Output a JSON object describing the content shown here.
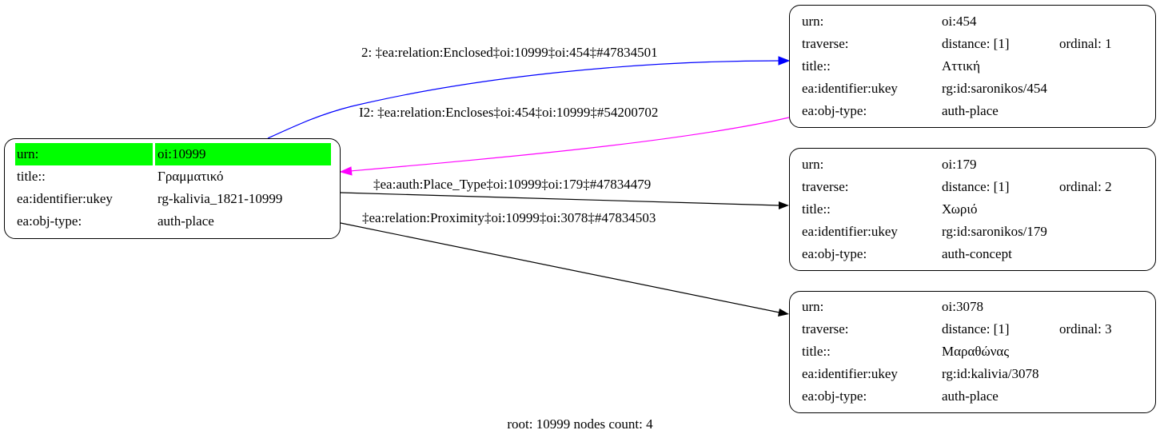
{
  "root_node": {
    "rows": [
      {
        "key": "urn:",
        "value": "oi:10999"
      },
      {
        "key": "title::",
        "value": "Γραμματικό"
      },
      {
        "key": "ea:identifier:ukey",
        "value": "rg-kalivia_1821-10999"
      },
      {
        "key": "ea:obj-type:",
        "value": "auth-place"
      }
    ],
    "highlight_color": "#00ff00"
  },
  "nodes": [
    {
      "urn": "oi:454",
      "distance": "distance: [1]",
      "ordinal": "ordinal: 1",
      "title": "Αττική",
      "ukey": "rg:id:saronikos/454",
      "obj_type": "auth-place"
    },
    {
      "urn": "oi:179",
      "distance": "distance: [1]",
      "ordinal": "ordinal: 2",
      "title": "Χωριό",
      "ukey": "rg:id:saronikos/179",
      "obj_type": "auth-concept"
    },
    {
      "urn": "oi:3078",
      "distance": "distance: [1]",
      "ordinal": "ordinal: 3",
      "title": "Μαραθώνας",
      "ukey": "rg:id:kalivia/3078",
      "obj_type": "auth-place"
    }
  ],
  "keys": {
    "urn": "urn:",
    "traverse": "traverse:",
    "title": "title::",
    "ukey": "ea:identifier:ukey",
    "obj_type": "ea:obj-type:"
  },
  "edges": [
    {
      "label": "2: ‡ea:relation:Enclosed‡oi:10999‡oi:454‡#47834501",
      "color": "#0000ff"
    },
    {
      "label": "I2: ‡ea:relation:Encloses‡oi:454‡oi:10999‡#54200702",
      "color": "#ff00ff"
    },
    {
      "label": "‡ea:auth:Place_Type‡oi:10999‡oi:179‡#47834479",
      "color": "#000000"
    },
    {
      "label": "‡ea:relation:Proximity‡oi:10999‡oi:3078‡#47834503",
      "color": "#000000"
    }
  ],
  "caption": "root: 10999 nodes count: 4"
}
